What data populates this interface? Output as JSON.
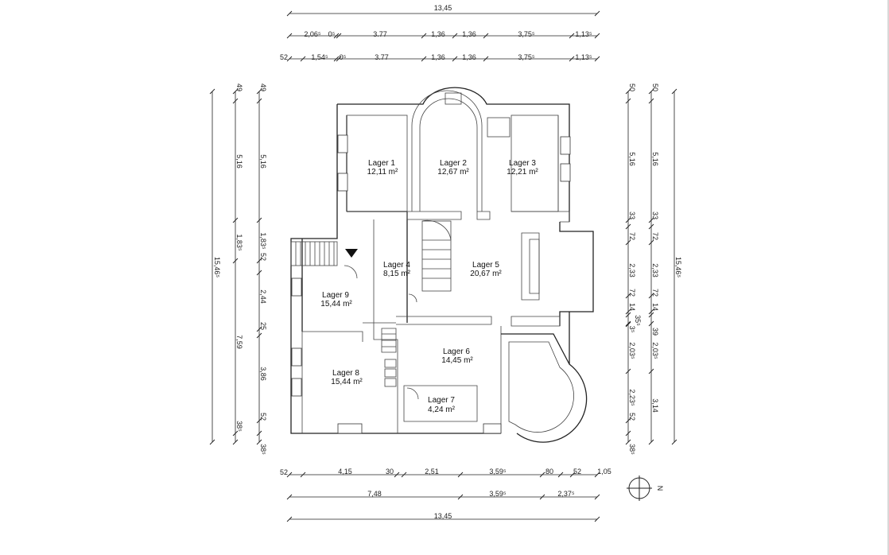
{
  "plan": {
    "rooms": [
      {
        "name": "Lager 1",
        "area": "12,11 m²"
      },
      {
        "name": "Lager 2",
        "area": "12,67 m²"
      },
      {
        "name": "Lager 3",
        "area": "12,21 m²"
      },
      {
        "name": "Lager 4",
        "area": "8,15 m²"
      },
      {
        "name": "Lager 5",
        "area": "20,67 m²"
      },
      {
        "name": "Lager 6",
        "area": "14,45 m²"
      },
      {
        "name": "Lager 7",
        "area": "4,24 m²"
      },
      {
        "name": "Lager 8",
        "area": "15,44 m²"
      },
      {
        "name": "Lager 9",
        "area": "15,44 m²"
      }
    ],
    "north_label": "N",
    "top_dims": {
      "overall": "13,45",
      "row2": [
        "2,06⁵",
        "0⁵",
        "3.77",
        "1,36",
        "1,36",
        "3,75⁵",
        "1,13⁵"
      ],
      "row3_start": "52",
      "row3": [
        "1,54⁵",
        "0⁵",
        "3.77",
        "1,36",
        "1,36",
        "3,75⁵",
        "1,13⁵"
      ]
    },
    "bottom_dims": {
      "row1_start": "52",
      "row1": [
        "4,15",
        "30",
        "2,51",
        "3,59⁵",
        "80",
        "52",
        "1,05"
      ],
      "row2": [
        "7,48",
        "3,59⁵",
        "2,37⁵"
      ],
      "overall": "13,45"
    },
    "left_dims": {
      "overall": "15,46⁵",
      "col2": [
        "49",
        "5,16",
        "1,83⁵",
        "7,59",
        "38⁵"
      ],
      "col3": [
        "49",
        "5,16",
        "1,83⁵",
        "52",
        "2,44",
        "25",
        "3,86",
        "52",
        "38⁵"
      ]
    },
    "right_dims": {
      "overall": "15,46⁵",
      "col1": [
        "50",
        "5,16",
        "33",
        "72",
        "2,33",
        "72",
        "14",
        "35⁵",
        "3⁵",
        "2,03⁵",
        "2,23⁵",
        "52",
        "38⁵"
      ],
      "col2": [
        "50",
        "5,16",
        "33",
        "72",
        "2,33",
        "72",
        "14",
        "39",
        "2,03⁵",
        "3,14"
      ]
    }
  }
}
